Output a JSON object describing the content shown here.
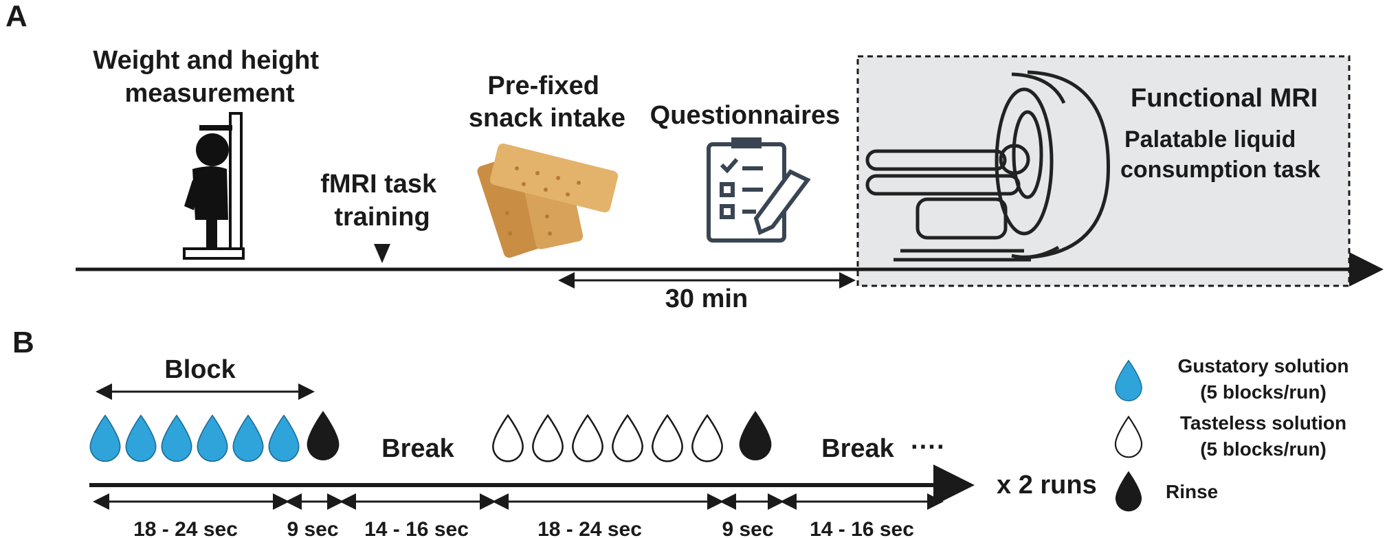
{
  "panels": {
    "a": "A",
    "b": "B"
  },
  "timeline_a": {
    "weight_height": [
      "Weight and height",
      "measurement"
    ],
    "training": [
      "fMRI task",
      "training"
    ],
    "snack": [
      "Pre-fixed",
      "snack intake"
    ],
    "questionnaires": "Questionnaires",
    "interval": "30 min",
    "fmri_title": "Functional MRI",
    "fmri_task": [
      "Palatable liquid",
      "consumption task"
    ]
  },
  "timeline_b": {
    "block_label": "Block",
    "break_label": "Break",
    "ellipsis": "····",
    "runs": "x 2 runs",
    "durations": [
      "18 - 24 sec",
      "9 sec",
      "14 - 16 sec",
      "18 - 24 sec",
      "9 sec",
      "14 - 16 sec"
    ],
    "legend": {
      "gustatory": [
        "Gustatory solution",
        "(5 blocks/run)"
      ],
      "tasteless": [
        "Tasteless solution",
        "(5 blocks/run)"
      ],
      "rinse": "Rinse"
    }
  },
  "colors": {
    "gustatory": "#2fa4db",
    "rinse": "#1a1a1a",
    "fmri_box_fill": "#e6e7e8",
    "snack": "#d9a25a"
  },
  "icons": [
    "person-height-scale-icon",
    "shortbread-snack-icon",
    "clipboard-checklist-icon",
    "mri-scanner-icon",
    "water-drop-icon"
  ]
}
